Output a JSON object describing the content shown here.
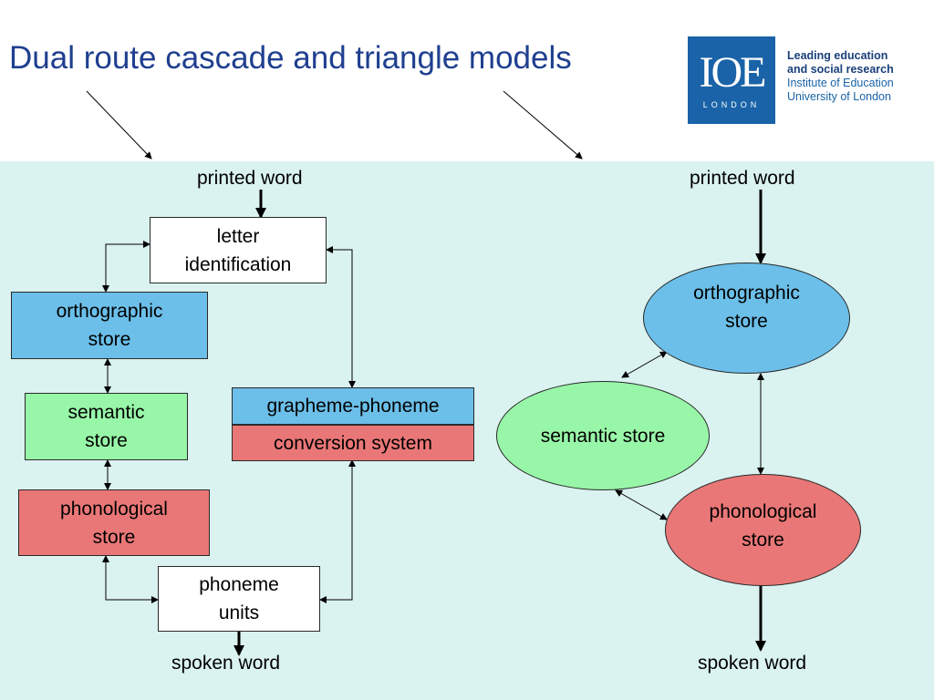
{
  "title": "Dual route cascade and triangle models",
  "logo": {
    "letters": "IOE",
    "sub": "LONDON",
    "line1": "Leading education",
    "line2": "and social research",
    "line3": "Institute of Education",
    "line4": "University of London"
  },
  "colors": {
    "blue": "#6bbfe9",
    "green": "#98f6a8",
    "red": "#ea7777",
    "panel": "#daf2f0",
    "title": "#1f3f8f"
  },
  "drc": {
    "input": "printed word",
    "letter_id": [
      "letter",
      "identification"
    ],
    "orthographic": [
      "orthographic",
      "store"
    ],
    "semantic": [
      "semantic",
      "store"
    ],
    "phonological": [
      "phonological",
      "store"
    ],
    "gpc_top": "grapheme-phoneme",
    "gpc_bottom": "conversion system",
    "phoneme_units": [
      "phoneme",
      "units"
    ],
    "output": "spoken word"
  },
  "triangle": {
    "input": "printed word",
    "orthographic": [
      "orthographic",
      "store"
    ],
    "semantic": "semantic store",
    "phonological": [
      "phonological",
      "store"
    ],
    "output": "spoken word"
  }
}
